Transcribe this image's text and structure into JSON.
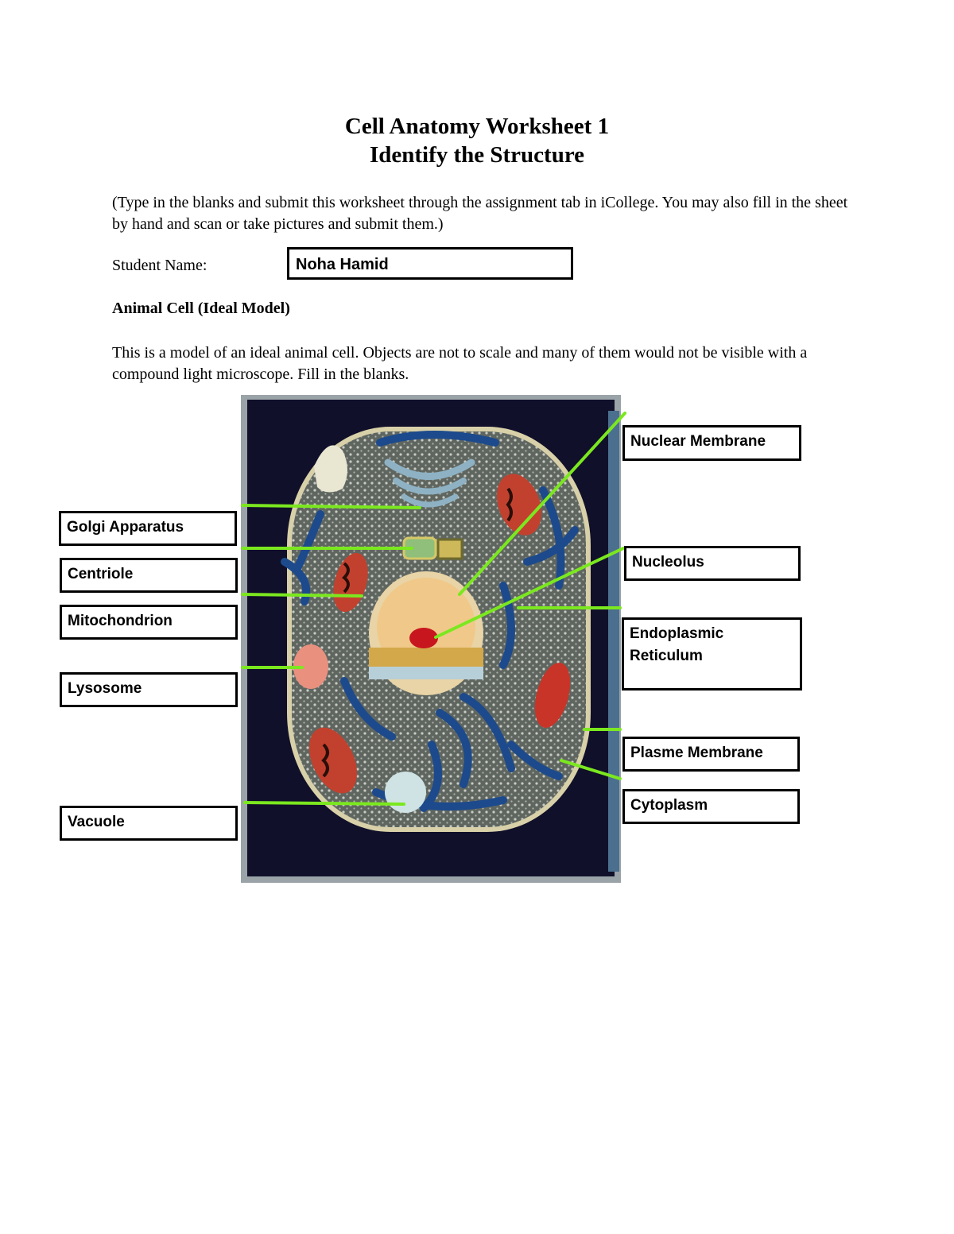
{
  "title": {
    "line1": "Cell Anatomy Worksheet 1",
    "line2": "Identify the Structure"
  },
  "instructions": "(Type in the blanks and submit this worksheet through the assignment tab in iCollege.  You may also fill in the sheet by hand and scan or take pictures and submit them.)",
  "student": {
    "label": "Student Name:",
    "value": "Noha Hamid"
  },
  "section_title": "Animal Cell (Ideal Model)",
  "description": "This is a model of an ideal animal cell.  Objects are not to scale and many of them would not be visible with a compound light microscope.  Fill in the blanks.",
  "labels": {
    "golgi": "Golgi Apparatus",
    "centriole": "Centriole",
    "mitochondrion": "Mitochondrion",
    "lysosome": "Lysosome",
    "vacuole": "Vacuole",
    "nuclear_membrane": "Nuclear Membrane",
    "nucleolus": "Nucleolus",
    "er": "Endoplasmic Reticulum",
    "plasma_membrane": "Plasme Membrane",
    "cytoplasm": "Cytoplasm"
  },
  "colors": {
    "leader_line": "#7be81f",
    "frame": "#10102a",
    "cytoplasm": "#5f6660",
    "er": "#1d4a8c",
    "mito": "#c2412e"
  }
}
